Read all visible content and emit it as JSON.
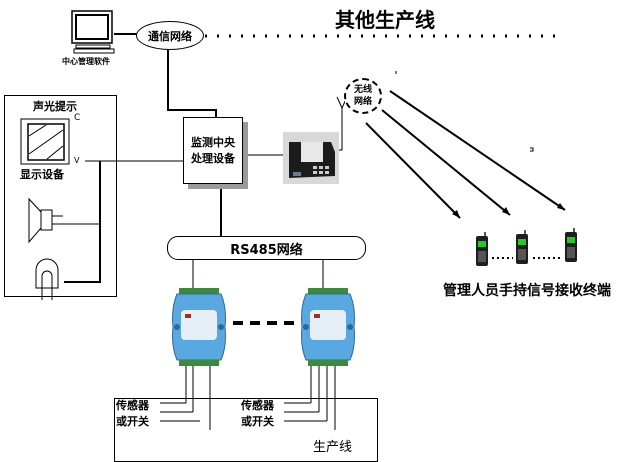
{
  "title": "其他生产线",
  "computer": {
    "label": "中心管理软件",
    "icon": "computer-monitor-icon"
  },
  "comm_network": {
    "label": "通信网络"
  },
  "alarm_panel": {
    "title": "声光提示",
    "display_label": "显示设备",
    "display_mark_top": "C",
    "display_mark_bottom": "V",
    "icons": [
      "display-icon",
      "speaker-icon",
      "lamp-icon"
    ]
  },
  "central_unit": {
    "line1": "监测中央",
    "line2": "处理设备"
  },
  "wireless_network": {
    "line1": "无线",
    "line2": "网络"
  },
  "transmitter": {
    "icon": "radio-transmitter-icon"
  },
  "rs485": {
    "label": "RS485网络"
  },
  "modules": [
    {
      "icon": "io-module-icon"
    },
    {
      "icon": "io-module-icon"
    }
  ],
  "receivers": {
    "label": "管理人员手持信号接收终端",
    "count_shown": 3
  },
  "production": {
    "sensor_label": "传感器",
    "switch_label": "或开关",
    "line_label": "生产线"
  },
  "colors": {
    "module_blue": "#5aa8e0",
    "terminal_green": "#3c8a3c",
    "phone_screen": "#22cc22"
  }
}
